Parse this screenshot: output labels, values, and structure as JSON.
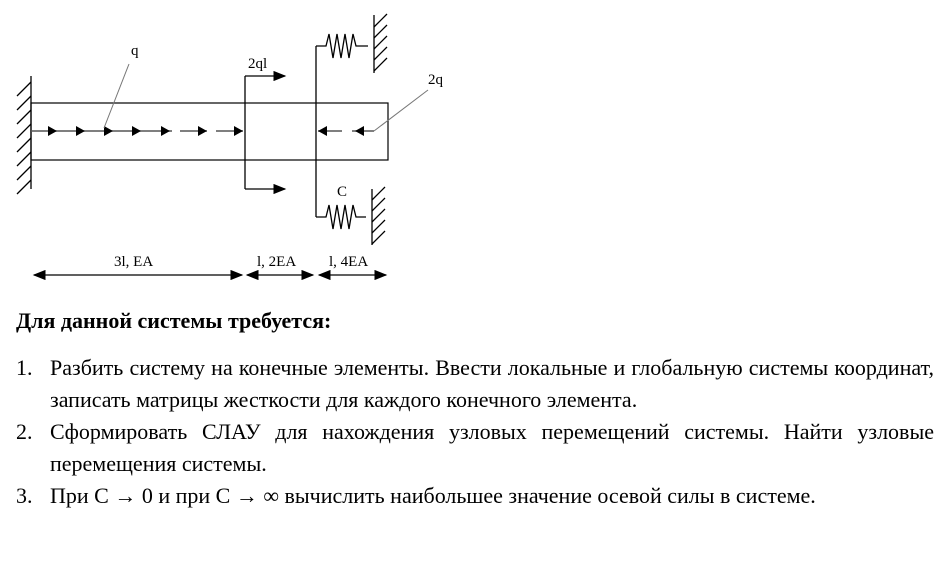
{
  "diagram": {
    "load_q": "q",
    "force_2ql": "2ql",
    "load_2q": "2q",
    "spring_c": "C",
    "segments": [
      "3l, EA",
      "l, 2EA",
      "l, 4EA"
    ]
  },
  "heading": "Для данной системы требуется:",
  "tasks": [
    {
      "num": "1.",
      "text": "Разбить систему на конечные элементы. Ввести локальные и глобальную системы координат, записать матрицы жесткости для каждого конечного элемента."
    },
    {
      "num": "2.",
      "text": "Сформировать СЛАУ для нахождения узловых перемещений системы. Найти узловые перемещения системы."
    },
    {
      "num": "3.",
      "text": "При C → 0 и  при C → ∞ вычислить наибольшее значение осевой силы в системе."
    }
  ]
}
